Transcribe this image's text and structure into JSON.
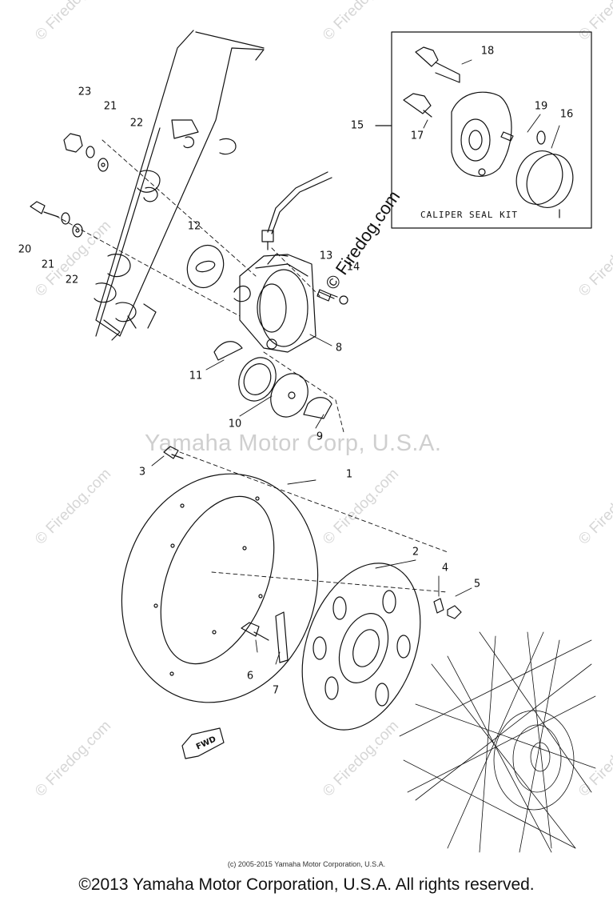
{
  "watermark": {
    "site": "© Firedog.com",
    "center_text": "Yamaha Motor Corp, U.S.A."
  },
  "site_mark": "© Firedog.com",
  "kit": {
    "title": "CALIPER SEAL KIT",
    "number": "15"
  },
  "callouts": [
    "1",
    "2",
    "3",
    "4",
    "5",
    "6",
    "7",
    "8",
    "9",
    "10",
    "11",
    "12",
    "13",
    "14",
    "16",
    "17",
    "18",
    "19",
    "20",
    "21",
    "21",
    "22",
    "22",
    "23"
  ],
  "fwd_label": "FWD",
  "footer": {
    "small": "(c) 2005-2015 Yamaha Motor Corporation, U.S.A.",
    "big": "©2013 Yamaha Motor Corporation, U.S.A. All rights reserved."
  },
  "colors": {
    "line": "#111111",
    "watermark": "#d6d6d6"
  }
}
